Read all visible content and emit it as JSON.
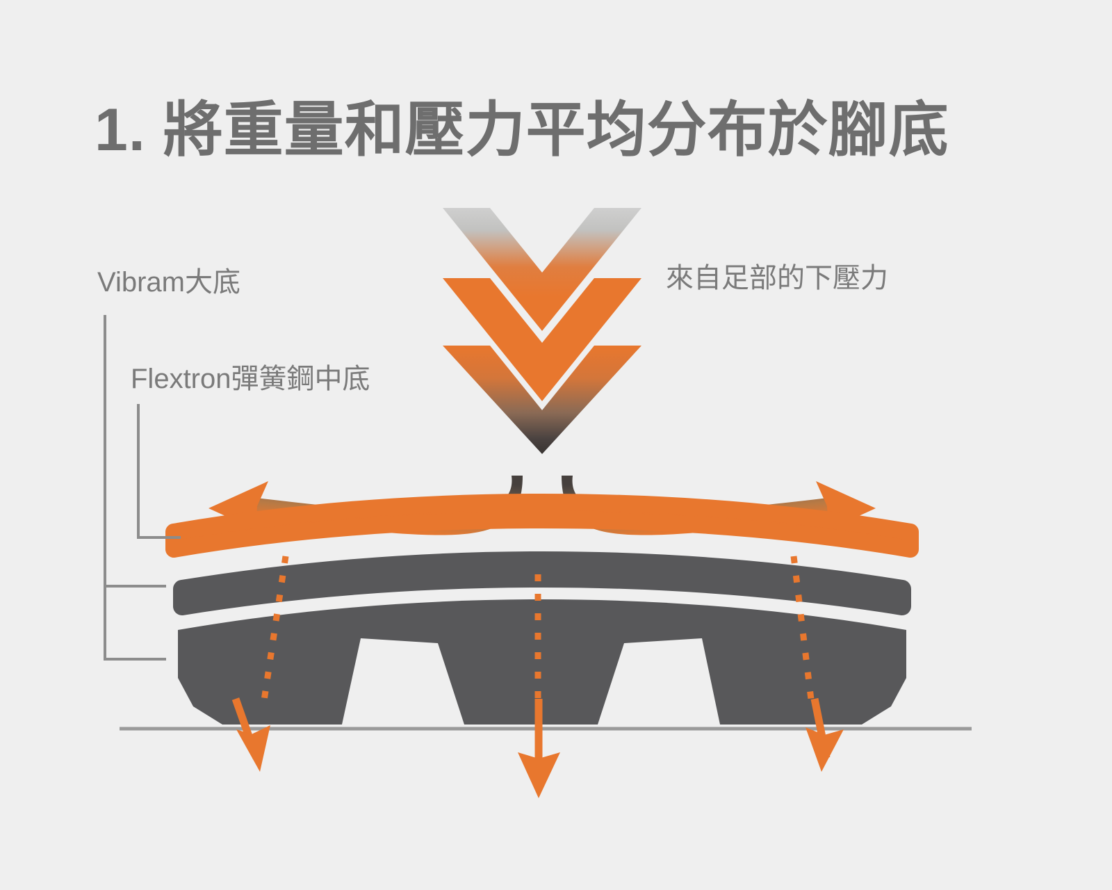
{
  "title": {
    "number": "1.",
    "text": "將重量和壓力平均分布於腳底",
    "full": "1. 將重量和壓力平均分布於腳底",
    "color": "#6e6e6e"
  },
  "labels": {
    "outsole": "Vibram大底",
    "midsole": "Flextron彈簧鋼中底",
    "force": "來自足部的下壓力",
    "color": "#7a7a7a"
  },
  "colors": {
    "background": "#efefef",
    "orange": "#e8772e",
    "orange_dark": "#3d3734",
    "gray_dark": "#58585a",
    "gray_mid": "#8a8a8a",
    "gray_light": "#c9c9c9",
    "leader_line": "#8c8c8c",
    "ground_line": "#9a9a9a"
  },
  "icons": {
    "chevron_top": "chevron-down-icon",
    "chevron_middle": "chevron-down-icon",
    "chevron_bottom": "chevron-down-icon",
    "spread_left": "arrow-left-icon",
    "spread_right": "arrow-right-icon",
    "ground_left": "arrow-down-icon",
    "ground_center": "arrow-down-icon",
    "ground_right": "arrow-down-icon"
  },
  "diagram": {
    "layers": [
      {
        "name": "flextron-plate",
        "label": "Flextron彈簧鋼中底",
        "color": "#e8772e"
      },
      {
        "name": "midsole-layer",
        "label": "",
        "color": "#58585a"
      },
      {
        "name": "vibram-outsole",
        "label": "Vibram大底",
        "color": "#58585a"
      }
    ],
    "pressure_arrow_count": 3,
    "ground_arrow_count": 3,
    "dotted_line_count": 3
  }
}
